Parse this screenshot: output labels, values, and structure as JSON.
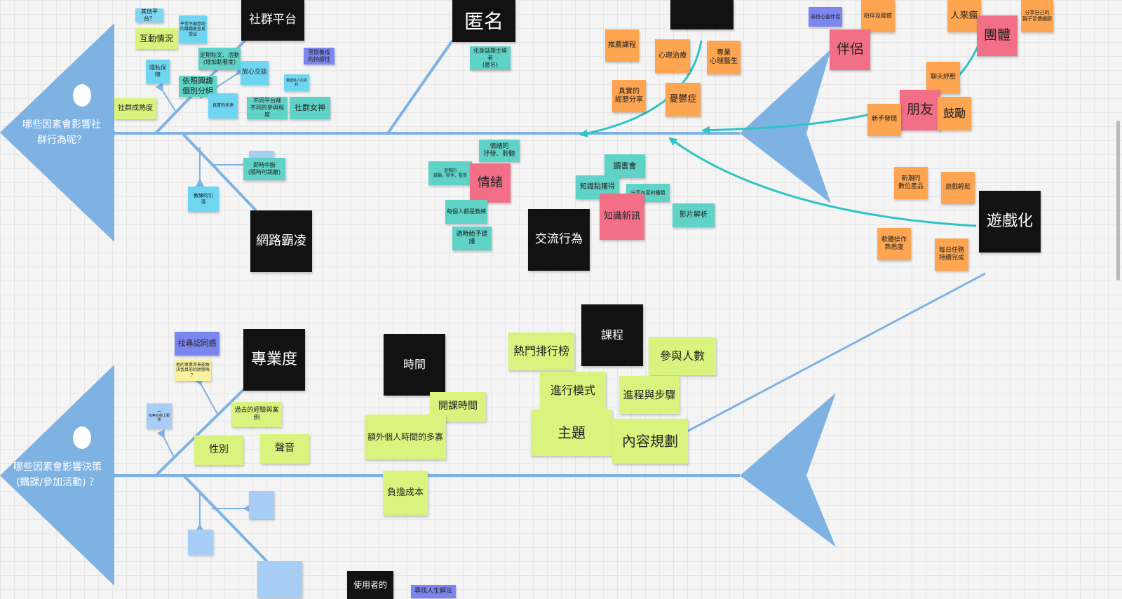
{
  "colors": {
    "canvas_bg": "#f4f4f4",
    "bone": "#7eb2e3",
    "connector": "#2ec4c4",
    "black_note": "#121212",
    "green_note": "#d9f47e",
    "teal_note": "#5fd3c7",
    "orange_note": "#fda550",
    "pink_note": "#f26f87",
    "blue_note": "#a9cef5",
    "violet_note": "#7b86ef",
    "yellow_note": "#f8f2a0",
    "cyan_note": "#6fd6f2"
  },
  "fish_labels": {
    "top": "哪些因素會影響社\n群行為呢？",
    "bottom": "哪些因素會影響決策\n(購課/參加活動) ？"
  },
  "notes": [
    {
      "text": "社群平台",
      "color": "#121212",
      "dark": true
    },
    {
      "text": "匿名",
      "color": "#121212",
      "dark": true
    },
    {
      "text": "",
      "color": "#121212",
      "dark": true
    },
    {
      "text": "網路霸凌",
      "color": "#121212",
      "dark": true
    },
    {
      "text": "交流行為",
      "color": "#121212",
      "dark": true
    },
    {
      "text": "遊戲化",
      "color": "#121212",
      "dark": true
    },
    {
      "text": "專業度",
      "color": "#121212",
      "dark": true
    },
    {
      "text": "時間",
      "color": "#121212",
      "dark": true
    },
    {
      "text": "課程",
      "color": "#121212",
      "dark": true
    },
    {
      "text": "使用者的",
      "color": "#121212",
      "dark": true
    },
    {
      "text": "其他平台？",
      "color": "#7ed6f0"
    },
    {
      "text": "互動情況",
      "color": "#d9f47e"
    },
    {
      "text": "平常不願意說\n的議題更容易\n提出",
      "color": "#6fd6f2"
    },
    {
      "text": "定期貼文、活動\n(增加黏著度)",
      "color": "#5fd3c7"
    },
    {
      "text": "習慣養成\n的持續性",
      "color": "#7b86ef"
    },
    {
      "text": "隱私保障",
      "color": "#6fd6f2"
    },
    {
      "text": "依照興趣\n個別分組",
      "color": "#5fd3c7"
    },
    {
      "text": "放心交談",
      "color": "#6fd6f2"
    },
    {
      "text": "畫面吸入的資料",
      "color": "#6fd6f2"
    },
    {
      "text": "社群成熟度",
      "color": "#d9f47e"
    },
    {
      "text": "真實的表達",
      "color": "#6fd6f2"
    },
    {
      "text": "不同平台裡\n不同的參與程度",
      "color": "#5fd3c7"
    },
    {
      "text": "社群女神",
      "color": "#5fd3c7"
    },
    {
      "text": "",
      "color": "#a9cef5"
    },
    {
      "text": "即時中斷\n(隨時可跳離)",
      "color": "#5fd3c7"
    },
    {
      "text": "教練的引\n導",
      "color": "#6fd6f2"
    },
    {
      "text": "化身話題主導者\n(匿名)",
      "color": "#5fd3c7"
    },
    {
      "text": "情緒的\n抒發、聆聽",
      "color": "#5fd3c7"
    },
    {
      "text": "習慣的\n鼓勵、陪伴、監督",
      "color": "#5fd3c7"
    },
    {
      "text": "情緒",
      "color": "#f26f87"
    },
    {
      "text": "每個人都是教練",
      "color": "#5fd3c7"
    },
    {
      "text": "適時給予建議",
      "color": "#5fd3c7"
    },
    {
      "text": "讀書會",
      "color": "#5fd3c7"
    },
    {
      "text": "知識點獲得",
      "color": "#5fd3c7"
    },
    {
      "text": "分享內容的種類",
      "color": "#5fd3c7"
    },
    {
      "text": "知識新訊",
      "color": "#f26f87"
    },
    {
      "text": "影片解析",
      "color": "#5fd3c7"
    },
    {
      "text": "推薦課程",
      "color": "#fda550"
    },
    {
      "text": "心理治療",
      "color": "#fda550"
    },
    {
      "text": "專業\n心理醫生",
      "color": "#fda550"
    },
    {
      "text": "真實的\n經歷分享",
      "color": "#fda550"
    },
    {
      "text": "憂鬱症",
      "color": "#fda550"
    },
    {
      "text": "尋找心靈伴侶",
      "color": "#7b86ef"
    },
    {
      "text": "陪伴及關懷",
      "color": "#fda550"
    },
    {
      "text": "伴侶",
      "color": "#f26f87"
    },
    {
      "text": "人來瘋",
      "color": "#fda550"
    },
    {
      "text": "團體",
      "color": "#f26f87"
    },
    {
      "text": "分享自己的\n親子習慣細節",
      "color": "#fda550"
    },
    {
      "text": "聊天紓壓",
      "color": "#fda550"
    },
    {
      "text": "朋友",
      "color": "#f26f87"
    },
    {
      "text": "鼓勵",
      "color": "#fda550"
    },
    {
      "text": "新手發問",
      "color": "#fda550"
    },
    {
      "text": "新潮的\n數位產品",
      "color": "#fda550"
    },
    {
      "text": "遊戲輕鬆",
      "color": "#fda550"
    },
    {
      "text": "軟體操作\n熟悉度",
      "color": "#fda550"
    },
    {
      "text": "每日任務\n持續完成",
      "color": "#fda550"
    },
    {
      "text": "找尋認同感",
      "color": "#7b86ef"
    },
    {
      "text": "他的專業背景能解\n決我目前的狀態嗎\n？",
      "color": "#f8f2a0"
    },
    {
      "text": "──\n有無在線上服務",
      "color": "#a9cef5"
    },
    {
      "text": "過去的經驗與案例",
      "color": "#d9f47e"
    },
    {
      "text": "性別",
      "color": "#d9f47e"
    },
    {
      "text": "聲音",
      "color": "#d9f47e"
    },
    {
      "text": "開課時間",
      "color": "#d9f47e"
    },
    {
      "text": "額外個人時間的多寡",
      "color": "#d9f47e"
    },
    {
      "text": "負擔成本",
      "color": "#d9f47e"
    },
    {
      "text": "熱門排行榜",
      "color": "#d9f47e"
    },
    {
      "text": "參與人數",
      "color": "#d9f47e"
    },
    {
      "text": "進行模式",
      "color": "#d9f47e"
    },
    {
      "text": "進程與步驟",
      "color": "#d9f47e"
    },
    {
      "text": "主題",
      "color": "#d9f47e"
    },
    {
      "text": "內容規劃",
      "color": "#d9f47e"
    },
    {
      "text": "",
      "color": "#a9cef5"
    },
    {
      "text": "",
      "color": "#a9cef5"
    },
    {
      "text": "",
      "color": "#a9cef5"
    },
    {
      "text": "尋找人生解法",
      "color": "#7b86ef"
    }
  ]
}
